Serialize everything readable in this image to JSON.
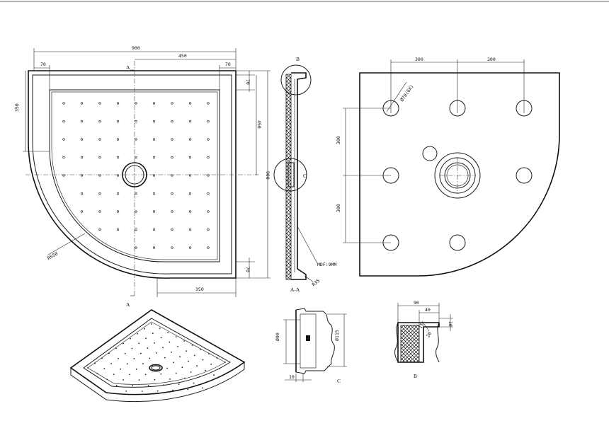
{
  "drawing": {
    "top_view": {
      "dim_overall": "900",
      "dim_half": "450",
      "dim_edge_left": "70",
      "dim_edge_right": "70",
      "dim_edge_top": "70",
      "dim_height_450": "450",
      "dim_height_900": "900",
      "dim_left_350": "350",
      "dim_bottom_70": "70",
      "dim_bottom_350": "350",
      "radius_label": "R550",
      "section_mark_top": "A",
      "section_mark_bottom": "A"
    },
    "section_view": {
      "detail_b_mark": "B",
      "detail_c_mark": "C",
      "material_label": "MDF:9MM",
      "radius_label": "R35",
      "caption": "A-A"
    },
    "bottom_view": {
      "dim_spacing_1": "300",
      "dim_spacing_2": "300",
      "dim_vertical_1": "300",
      "dim_vertical_2": "300",
      "hole_label": "Ø70(6X)"
    },
    "detail_c": {
      "dim_dia_90": "Ø90",
      "dim_dia_115": "Ø115",
      "dim_10": "10",
      "caption": "C"
    },
    "detail_b": {
      "dim_90": "90",
      "dim_40": "40",
      "dim_15": "15",
      "dim_10": "10",
      "dim_20": "20",
      "caption": "B"
    }
  }
}
